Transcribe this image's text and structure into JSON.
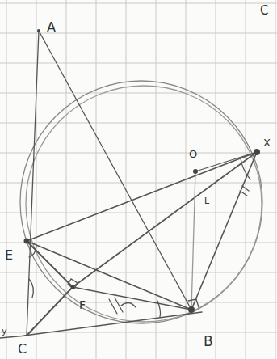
{
  "diagram": {
    "labels": [
      "A",
      "C",
      "O",
      "X",
      "L",
      "E",
      "F",
      "B",
      "C",
      "y"
    ]
  }
}
